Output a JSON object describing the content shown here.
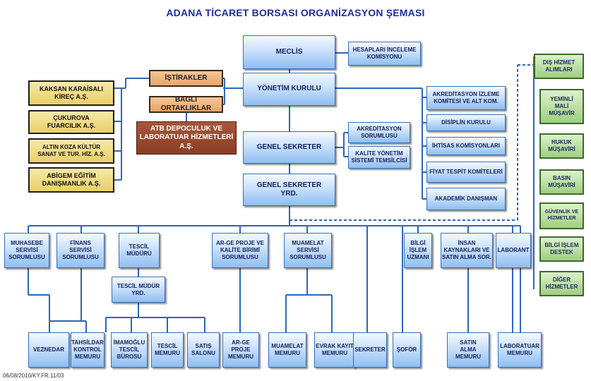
{
  "title": "ADANA TİCARET BORSASI ORGANİZASYON ŞEMASI",
  "footer": "06/08/2010/KY.FR.11/03",
  "boxes": {
    "meclis": "MECLİS",
    "hesaplari": "HESAPLARI İNCELEME\nKOMİSYONU",
    "yonetim": "YÖNETİM KURULU",
    "istirakler": "İŞTİRAKLER",
    "bagli": "BAĞLI ORTAKLIKLAR",
    "atb": "ATB DEPOCULUK VE\nLABORATUAR HİZMETLERİ A.Ş.",
    "kaksan": "KAKSAN KARAİSALI\nKİREÇ A.Ş.",
    "cukurova": "ÇUKUROVA\nFUARCILIK A.Ş.",
    "altinkoza": "ALTIN KOZA KÜLTÜR\nSANAT VE TUR. HİZ. A.Ş.",
    "abigem": "ABİGEM EĞİTİM\nDANIŞMANLIK A.Ş.",
    "akreditasyon_izleme": "AKREDİTASYON İZLEME\nKOMİTESİ VE ALT KOM.",
    "disiplin": "DİSİPLİN KURULU",
    "ihtisas": "İHTİSAS KOMİSYONLARI",
    "fiyat": "FİYAT TESPİT KOMİTELERİ",
    "akademik": "AKADEMİK DANIŞMAN",
    "genel_sekreter": "GENEL SEKRETER",
    "akreditasyon_sorumlusu": "AKREDİTASYON\nSORUMLUSU",
    "kalite_yonetim": "KALİTE YÖNETİM\nSİSTEMİ TEMSİLCİSİ",
    "genel_sekreter_yrd": "GENEL SEKRETER\nYRD.",
    "dis_hizmet": "DIŞ HİZMET\nALIMLARI",
    "yeminli": "YEMİNLİ\nMALİ\nMÜŞAVİR",
    "hukuk": "HUKUK\nMÜŞAVİRİ",
    "basin": "BASIN\nMÜŞAVİRİ",
    "guvenlik": "GÜVENLİK VE\nHİZMETLER",
    "bilgi_destek": "BİLGİ İŞLEM\nDESTEK",
    "diger": "DİĞER\nHİZMETLER",
    "muhasebe": "MUHASEBE\nSERVİSİ\nSORUMLUSU",
    "finans": "FİNANS\nSERVİSİ\nSORUMLUSU",
    "tescil_muduru": "TESCİL\nMÜDÜRÜ",
    "arge": "AR-GE PROJE VE\nKALİTE BİRİMİ\nSORUMLUSU",
    "muamelat_servisi": "MUAMELAT\nSERVİSİ\nSORUMLUSU",
    "bilgi_islem_uzmani": "BİLGİ\nİŞLEM\nUZMANI",
    "insan": "İNSAN\nKAYNAKLARI VE\nSATIN ALMA SOR.",
    "laborant": "LABORANT",
    "tescil_yrd": "TESCİL MÜDÜR\nYRD.",
    "veznedar": "VEZNEDAR",
    "tahsildar": "TAHSİLDAR\nKONTROL\nMEMURU",
    "imamoglu": "İMAMOĞLU\nTESCİL\nBÜROSU",
    "tescil_memuru": "TESCİL\nMEMURU",
    "satis_salonu": "SATIŞ\nSALONU",
    "arge_memuru": "AR-GE PROJE\nMEMURU",
    "muamelat_memuru": "MUAMELAT\nMEMURU",
    "evrak": "EVRAK KAYIT\nMEMURU",
    "sekreter": "SEKRETER",
    "sofor": "ŞOFÖR",
    "satin_alma": "SATIN\nALMA\nMEMURU",
    "laboratuar_memuru": "LABORATUAR\nMEMURU"
  }
}
